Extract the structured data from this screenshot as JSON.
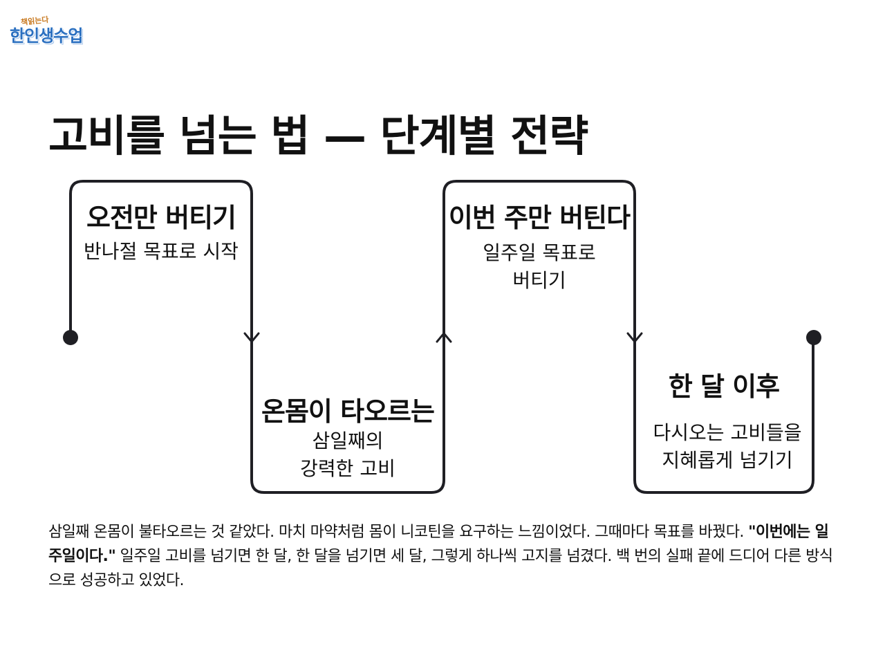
{
  "logo": {
    "small_text": "책읽는다",
    "main_text": "한인생수업"
  },
  "title": "고비를 넘는 법 — 단계별 전략",
  "steps": [
    {
      "title": "오전만 버티기",
      "desc": [
        "반나절 목표로 시작"
      ]
    },
    {
      "title": "온몸이 타오르는",
      "desc": [
        "삼일째의",
        "강력한 고비"
      ]
    },
    {
      "title": "이번 주만 버틴다",
      "desc": [
        "일주일 목표로",
        "버티기"
      ]
    },
    {
      "title": "한 달 이후",
      "desc": [
        "다시오는 고비들을",
        "지혜롭게 넘기기"
      ]
    }
  ],
  "paragraph": {
    "part1": "삼일째 온몸이 불타오르는 것 같았다. 마치 마약처럼 몸이 니코틴을 요구하는 느낌이었다. 그때마다 목표를 바꿨다. ",
    "emphasis": "\"이번에는 일주일이다.\"",
    "part2": " 일주일 고비를 넘기면 한 달, 한 달을 넘기면 세 달, 그렇게 하나씩 고지를 넘겼다. 백 번의 실패 끝에 드디어 다른 방식으로 성공하고 있었다."
  },
  "colors": {
    "line": "#1f1f24",
    "text": "#111111"
  }
}
